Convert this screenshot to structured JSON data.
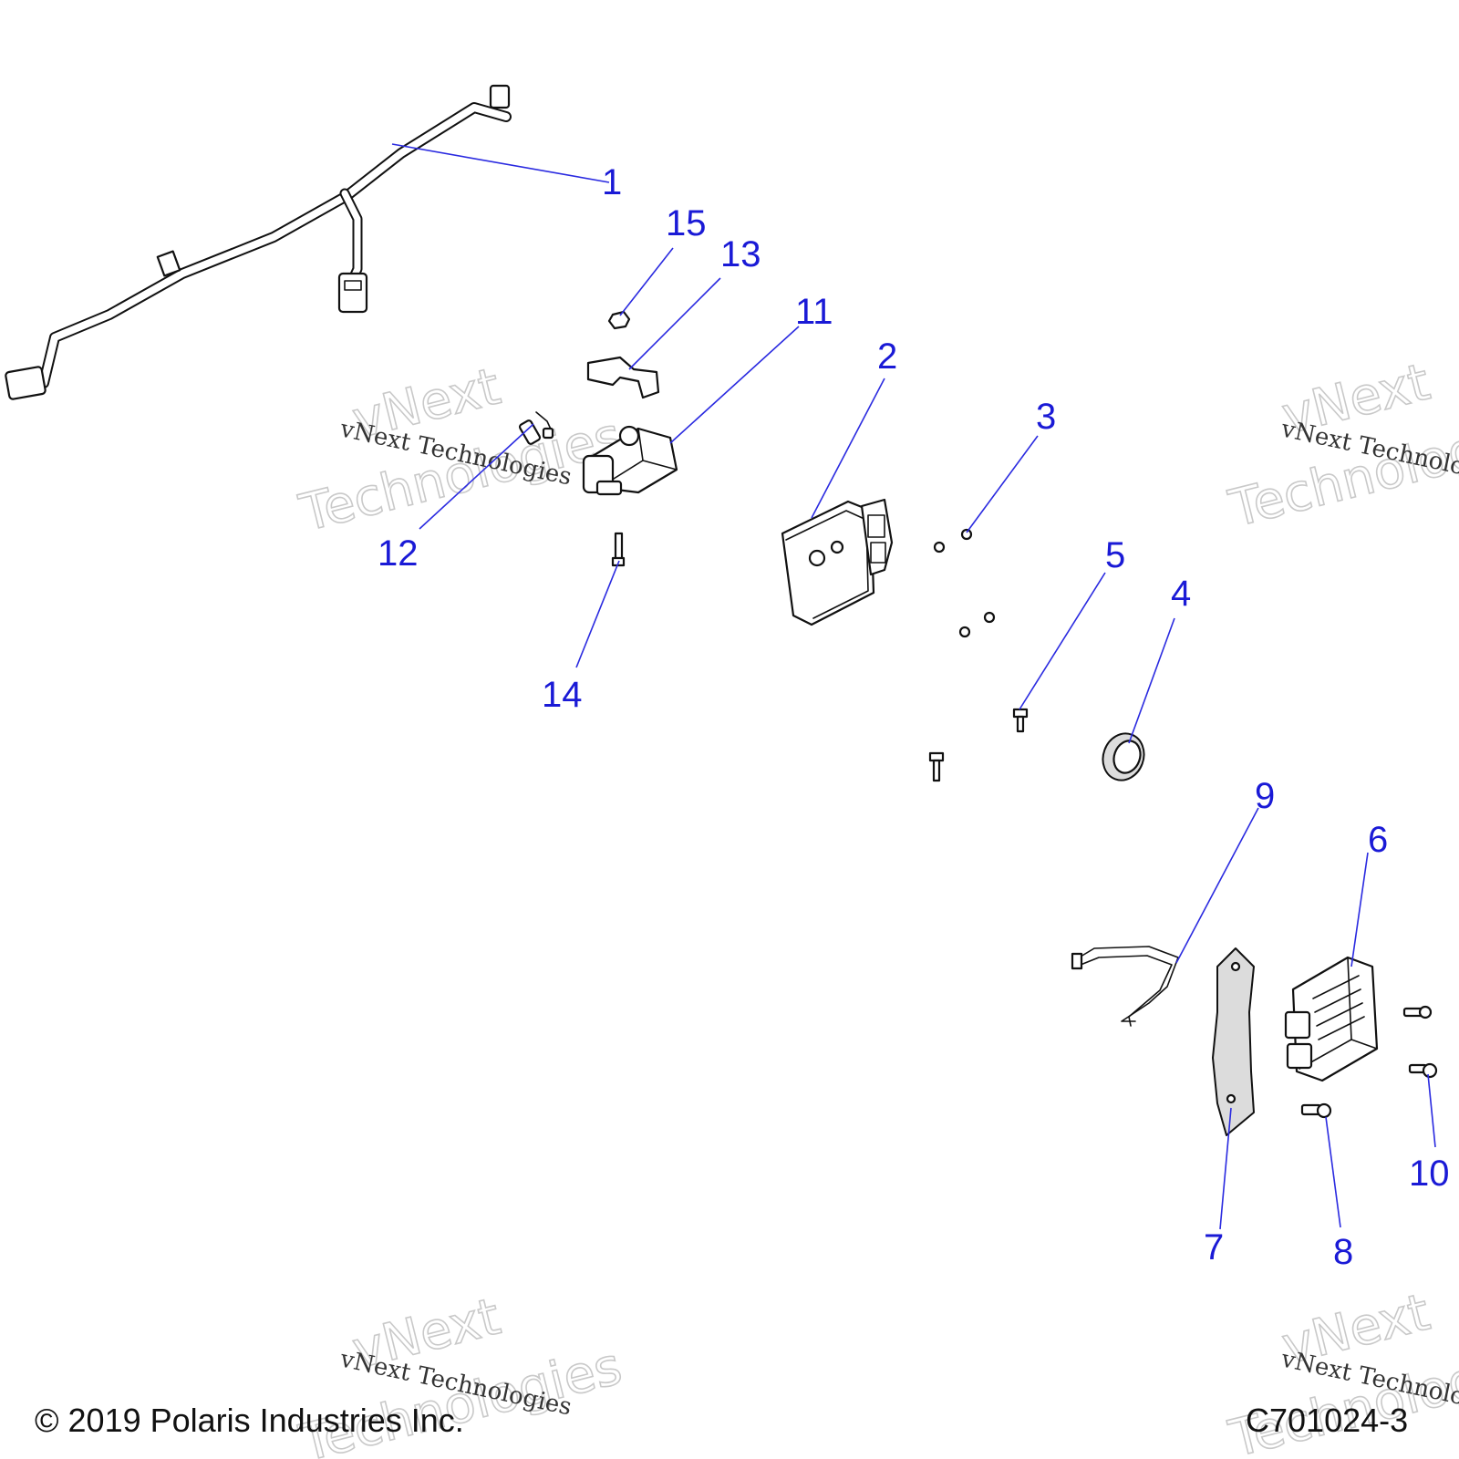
{
  "callouts": [
    {
      "label": "1"
    },
    {
      "label": "2"
    },
    {
      "label": "3"
    },
    {
      "label": "4"
    },
    {
      "label": "5"
    },
    {
      "label": "6"
    },
    {
      "label": "7"
    },
    {
      "label": "8"
    },
    {
      "label": "9"
    },
    {
      "label": "10"
    },
    {
      "label": "11"
    },
    {
      "label": "12"
    },
    {
      "label": "13"
    },
    {
      "label": "14"
    },
    {
      "label": "15"
    }
  ],
  "watermark": {
    "small": "vNext Technologies",
    "big_line1": "vNext",
    "big_line2": "Technologies"
  },
  "footer": {
    "copyright": "© 2019 Polaris Industries Inc.",
    "code": "C701024-3"
  },
  "colors": {
    "callout": "#1a1ad6",
    "leader": "#2a2ae0",
    "line_art": "#111111",
    "watermark": "#c9c9c9"
  }
}
